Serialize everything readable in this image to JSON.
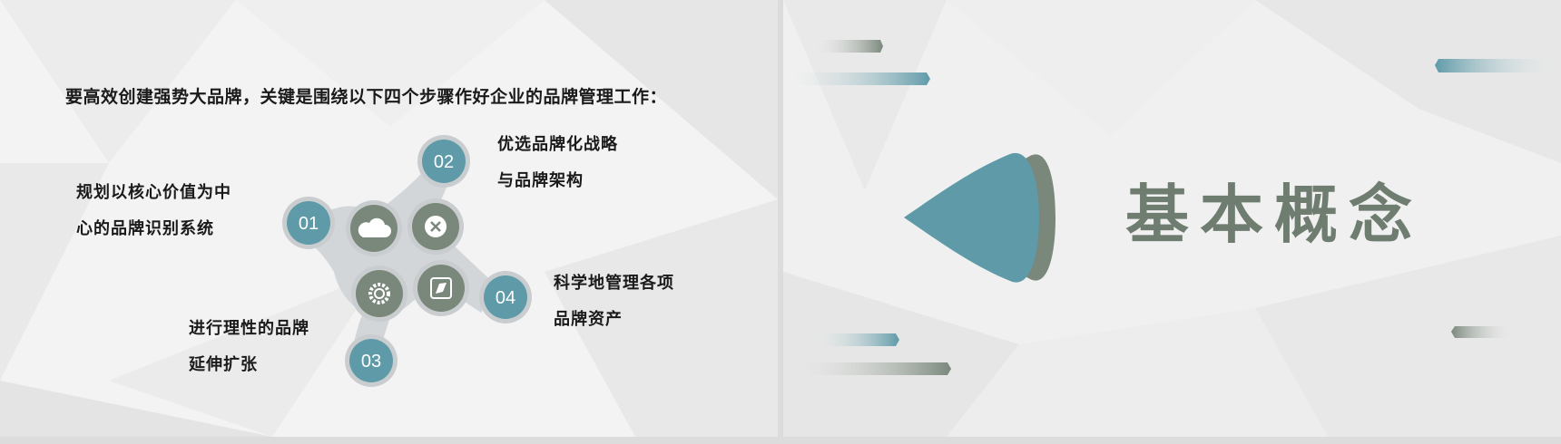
{
  "left_slide": {
    "intro": "要高效创建强势大品牌，关键是围绕以下四个步骤作好企业的品牌管理工作：",
    "steps": [
      {
        "number": "01",
        "lines": [
          "规划以核心价值为中",
          "心的品牌识别系统"
        ]
      },
      {
        "number": "02",
        "lines": [
          "优选品牌化战略",
          "与品牌架构"
        ]
      },
      {
        "number": "03",
        "lines": [
          "进行理性的品牌",
          "延伸扩张"
        ]
      },
      {
        "number": "04",
        "lines": [
          "科学地管理各项",
          "品牌资产"
        ]
      }
    ],
    "icons": [
      "cloud-icon",
      "close-circle-icon",
      "gear-icon",
      "compass-icon"
    ]
  },
  "right_slide": {
    "title": "基本概念"
  },
  "colors": {
    "teal": "#5e9aa8",
    "gray_green": "#7a877b",
    "node_ring": "#c9cdcf",
    "title": "#6f7c70",
    "background": "#f3f3f3"
  }
}
